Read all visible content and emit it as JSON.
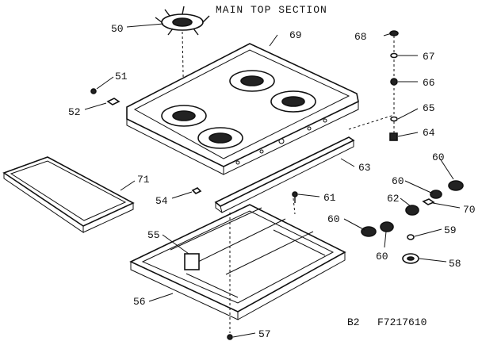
{
  "title": "MAIN TOP SECTION",
  "footer": {
    "code": "B2",
    "number": "F7217610"
  },
  "callouts": {
    "c50": "50",
    "c51": "51",
    "c52": "52",
    "c54": "54",
    "c55": "55",
    "c56": "56",
    "c57": "57",
    "c58": "58",
    "c59": "59",
    "c60a": "60",
    "c60b": "60",
    "c60c": "60",
    "c60d": "60",
    "c61": "61",
    "c62": "62",
    "c63": "63",
    "c64": "64",
    "c65": "65",
    "c66": "66",
    "c67": "67",
    "c68": "68",
    "c69": "69",
    "c70": "70",
    "c71": "71"
  }
}
